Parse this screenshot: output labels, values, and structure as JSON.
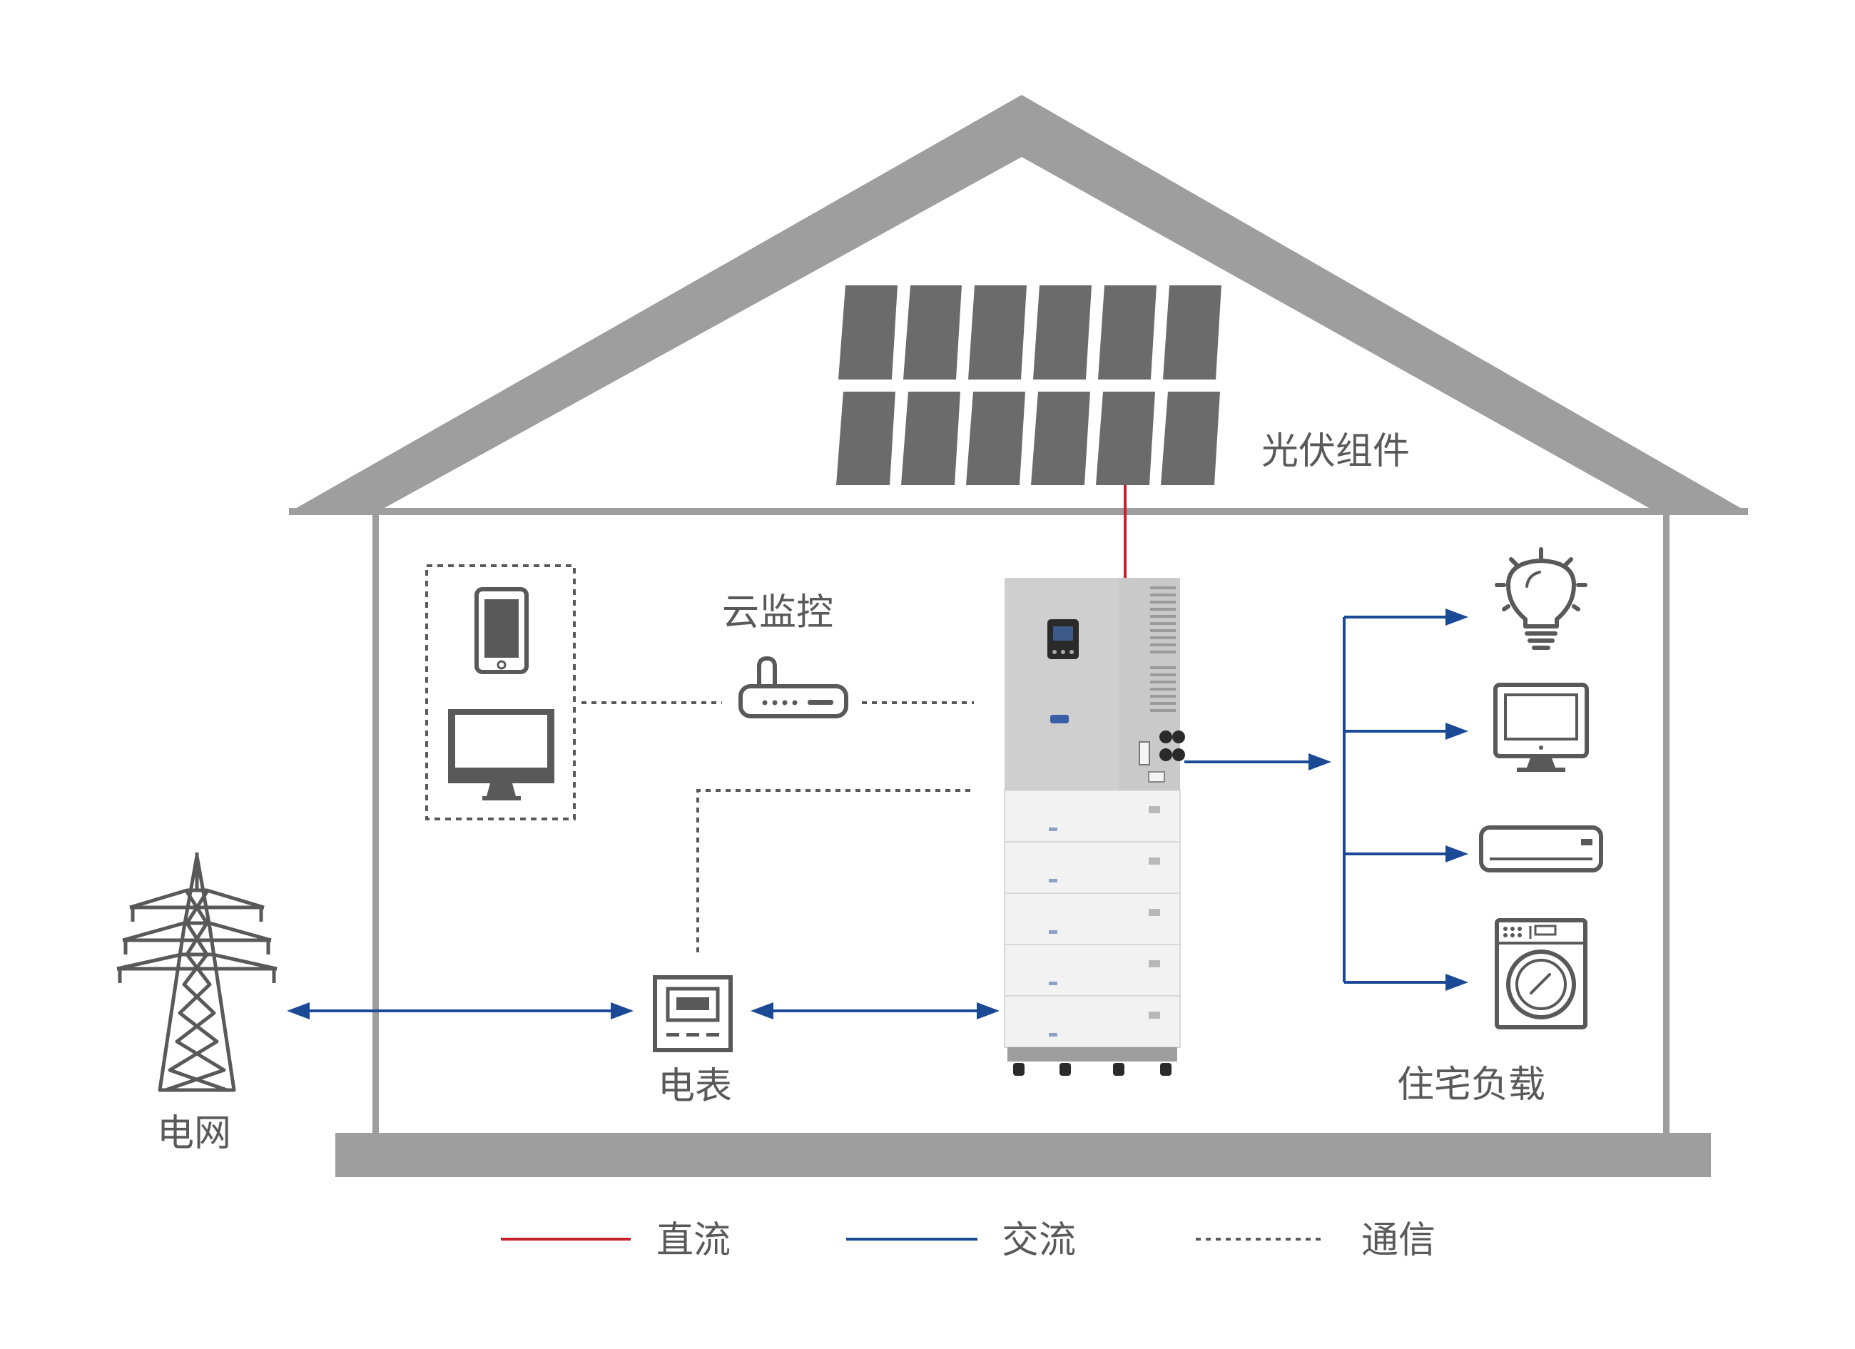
{
  "labels": {
    "pv": "光伏组件",
    "cloud": "云监控",
    "meter": "电表",
    "grid": "电网",
    "loads": "住宅负载"
  },
  "legend": [
    {
      "label": "直流",
      "color": "#c8202c",
      "style": "solid"
    },
    {
      "label": "交流",
      "color": "#1a4a96",
      "style": "solid"
    },
    {
      "label": "通信",
      "color": "#595959",
      "style": "dotted"
    }
  ],
  "colors": {
    "house": "#9d9e9d",
    "panel": "#6b6b6b",
    "dc": "#c8202c",
    "ac": "#1a4a96",
    "comm": "#595959",
    "icon": "#595959",
    "cabinet_top": "#c9c9c9",
    "cabinet_module": "#f1f1f1"
  },
  "icons": [
    "tablet-icon",
    "monitor-icon",
    "router-icon",
    "power-tower-icon",
    "meter-icon",
    "bulb-icon",
    "tv-icon",
    "air-conditioner-icon",
    "washing-machine-icon"
  ]
}
